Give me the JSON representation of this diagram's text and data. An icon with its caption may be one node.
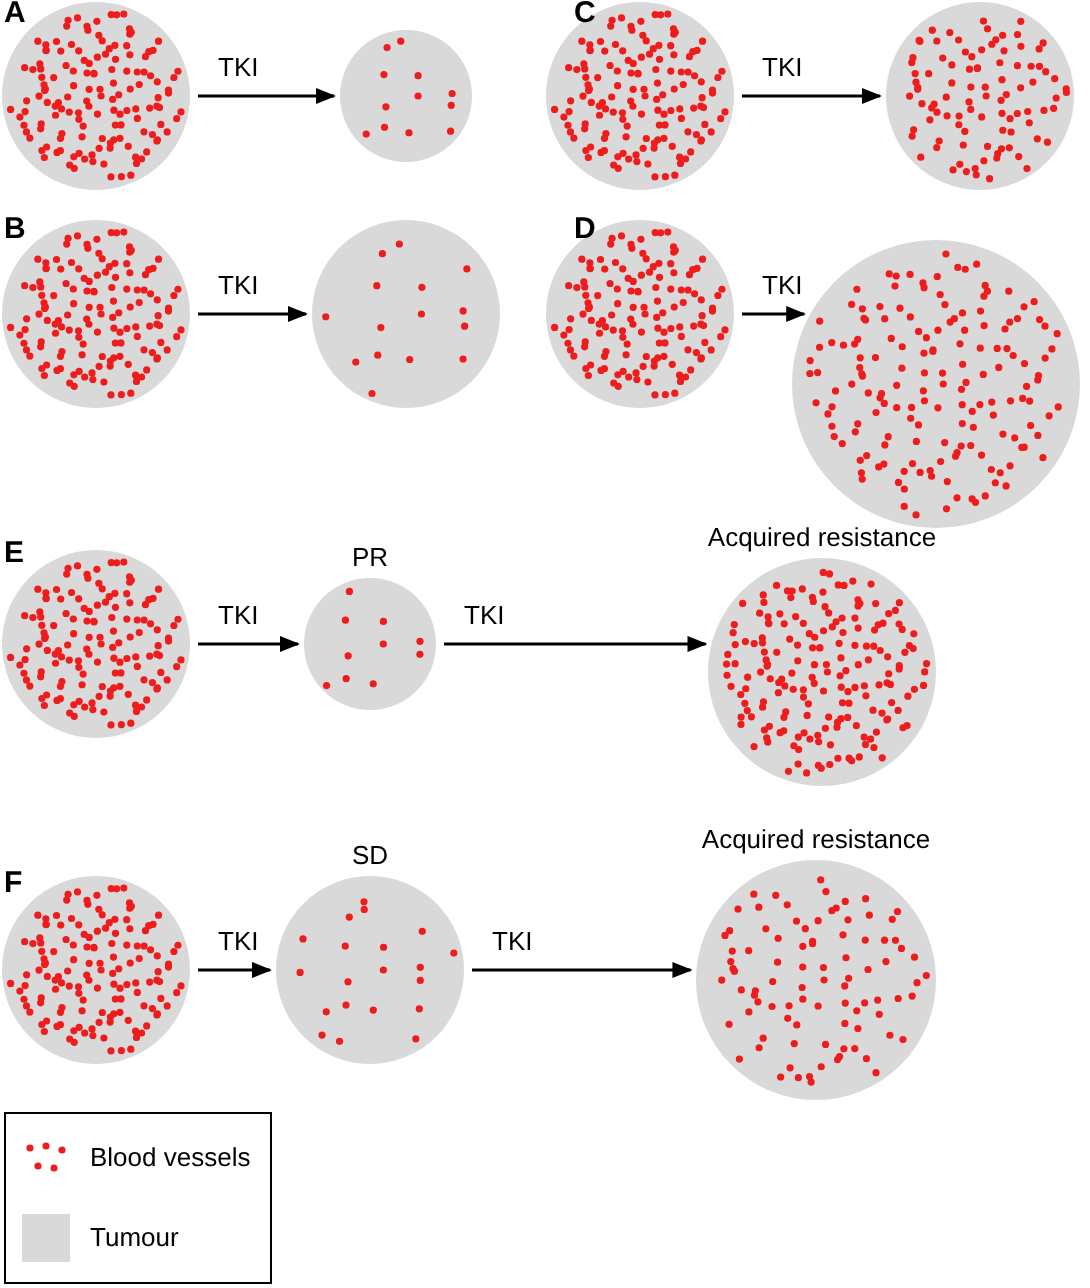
{
  "diagram": {
    "nodes": [
      {
        "text": [],
        "shape": "circle"
      },
      {
        "text": [],
        "shape": "circle"
      },
      {
        "text": [],
        "shape": "circle"
      },
      {
        "text": [],
        "shape": "circle"
      },
      {
        "text": [],
        "shape": "circle"
      },
      {
        "text": [],
        "shape": "circle"
      },
      {
        "text": [],
        "shape": "circle"
      },
      {
        "text": [],
        "shape": "circle"
      },
      {
        "text": [],
        "shape": "circle"
      },
      {
        "text": [],
        "shape": "circle",
        "beside": [
          "PR"
        ]
      },
      {
        "text": [],
        "shape": "circle",
        "beside": [
          "Acquired resistance"
        ]
      },
      {
        "text": [],
        "shape": "circle"
      },
      {
        "text": [],
        "shape": "circle",
        "beside": [
          "SD"
        ]
      },
      {
        "text": [],
        "shape": "circle",
        "beside": [
          "Acquired resistance"
        ]
      }
    ],
    "edges": [
      {
        "from": 0,
        "to": 1,
        "arrow": "to",
        "label": "TKI"
      },
      {
        "from": 2,
        "to": 3,
        "arrow": "to",
        "label": "TKI"
      },
      {
        "from": 4,
        "to": 5,
        "arrow": "to",
        "label": "TKI"
      },
      {
        "from": 6,
        "to": 7,
        "arrow": "to",
        "label": "TKI"
      },
      {
        "from": 8,
        "to": 9,
        "arrow": "to",
        "label": "TKI"
      },
      {
        "from": 9,
        "to": 10,
        "arrow": "to",
        "label": "TKI"
      },
      {
        "from": 11,
        "to": 12,
        "arrow": "to",
        "label": "TKI"
      },
      {
        "from": 12,
        "to": 13,
        "arrow": "to",
        "label": "TKI"
      }
    ],
    "labels": [
      "A",
      "C",
      "B",
      "D",
      "E",
      "F"
    ],
    "legend": [
      {
        "text": "Blood vessels"
      },
      {
        "text": "Tumour",
        "color": "#d9d9d9"
      }
    ]
  }
}
